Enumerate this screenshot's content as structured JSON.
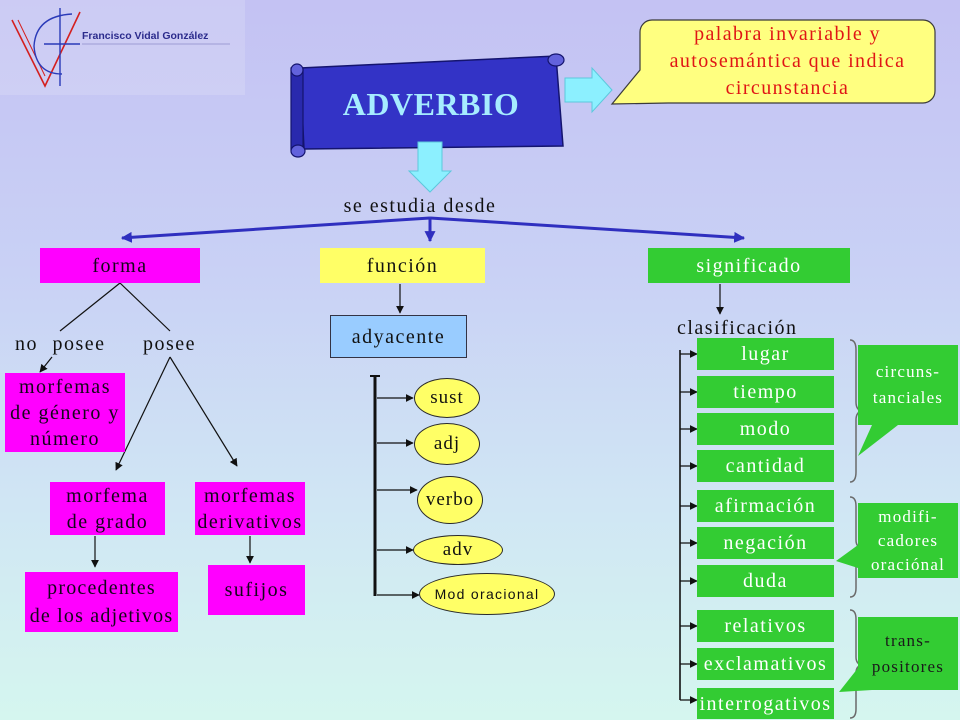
{
  "logo": {
    "author": "Francisco Vidal González"
  },
  "title": "ADVERBIO",
  "definition": [
    "palabra invariable y",
    "autosemántica que indica",
    "circunstancia"
  ],
  "intro": "se estudia desde",
  "forma": {
    "label": "forma",
    "no_posee": "no posee",
    "posee": "posee",
    "genero_numero": [
      "morfemas",
      "de género y",
      "número"
    ],
    "grado": [
      "morfema",
      "de grado"
    ],
    "derivativos": [
      "morfemas",
      "derivativos"
    ],
    "procedentes": [
      "procedentes",
      "de los adjetivos"
    ],
    "sufijos": "sufijos"
  },
  "funcion": {
    "label": "función",
    "adyacente": "adyacente",
    "targets": [
      "sust",
      "adj",
      "verbo",
      "adv",
      "Mod oracional"
    ]
  },
  "significado": {
    "label": "significado",
    "clasificacion": "clasificación",
    "types": [
      "lugar",
      "tiempo",
      "modo",
      "cantidad",
      "afirmación",
      "negación",
      "duda",
      "relativos",
      "exclamativos",
      "interrogativos"
    ],
    "groups": [
      [
        "circuns-",
        "tanciales"
      ],
      [
        "modifi-",
        "cadores",
        "oraciónal"
      ],
      [
        "trans-",
        "positores"
      ]
    ]
  },
  "colors": {
    "magenta": "#ff00ff",
    "yellow": "#ffff66",
    "green": "#33cc33",
    "light_blue": "#99ccff",
    "scroll_blue": "#3333c6",
    "definition_text": "#e01515",
    "title_text": "#a6ecff",
    "arrow_cyan": "#8cf0ff",
    "connector_blue": "#2f2fbf",
    "bubble_yellow": "#ffff80"
  }
}
